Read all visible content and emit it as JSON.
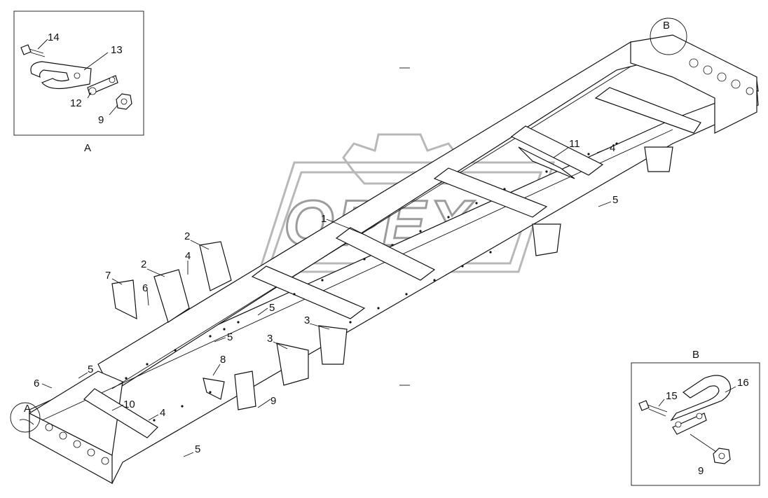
{
  "detail_a": {
    "title": "A",
    "callouts": [
      "14",
      "13",
      "12",
      "9"
    ]
  },
  "detail_b": {
    "title": "B",
    "callouts": [
      "15",
      "16",
      "9"
    ]
  },
  "circle_a": "A",
  "circle_b": "B",
  "watermark": "OPEX",
  "callouts": {
    "c1": "1",
    "c2a": "2",
    "c2b": "2",
    "c3a": "3",
    "c3b": "3",
    "c4a": "4",
    "c4b": "4",
    "c4c": "4",
    "c5a": "5",
    "c5b": "5",
    "c5c": "5",
    "c5d": "5",
    "c5e": "5",
    "c6a": "6",
    "c6b": "6",
    "c7": "7",
    "c8": "8",
    "c9": "9",
    "c10": "10",
    "c11": "11"
  },
  "colors": {
    "line": "#111111",
    "watermark": "#a8a8a8",
    "background": "#ffffff"
  }
}
